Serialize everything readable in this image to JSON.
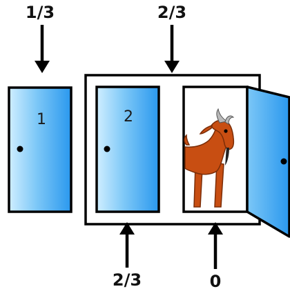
{
  "colors": {
    "door_light": "#cfeeff",
    "door_mid": "#7cc7f7",
    "door_dark": "#2a98ee",
    "outline": "#000000",
    "goat_body": "#c84e12",
    "goat_dark": "#7a2d08",
    "horn": "#b9b9b9"
  },
  "doors": [
    {
      "number": "1",
      "state": "closed"
    },
    {
      "number": "2",
      "state": "closed"
    },
    {
      "number": "",
      "state": "open",
      "reveals": "goat"
    }
  ],
  "labels": {
    "top_left": "1/3",
    "top_center": "2/3",
    "bottom_center": "2/3",
    "bottom_right": "0"
  },
  "icons": [
    "down-arrow-icon",
    "up-arrow-icon",
    "goat-icon"
  ]
}
